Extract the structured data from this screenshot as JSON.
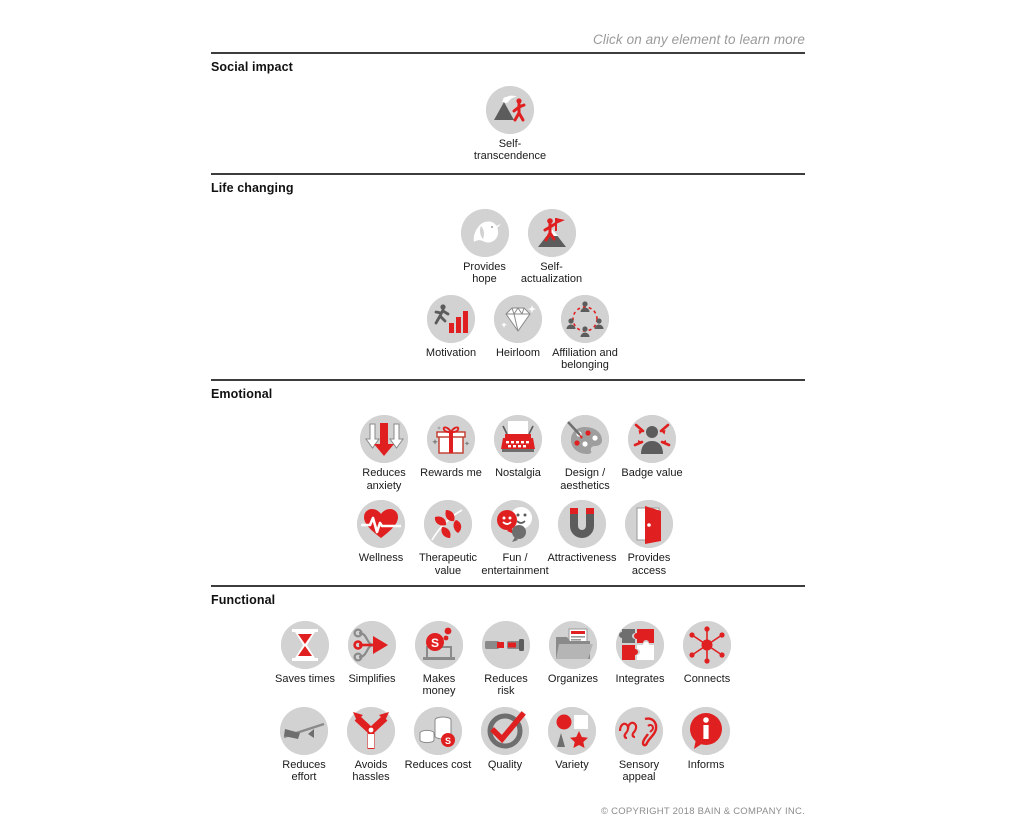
{
  "header": {
    "hint": "Click on any element to learn more"
  },
  "footer": {
    "copyright": "© COPYRIGHT 2018 BAIN & COMPANY INC."
  },
  "colors": {
    "red": "#e02020",
    "dark_red": "#d11f1f",
    "disc_gray": "#d2d2d2",
    "icon_gray": "#6e6e6e",
    "icon_light_gray": "#ffffff",
    "divider": "#3d3d3d",
    "text": "#1a1a1a",
    "hint_text": "#9a9a9a",
    "copyright_text": "#8c8c8c"
  },
  "sections": [
    {
      "id": "social-impact",
      "title": "Social impact",
      "rows": [
        [
          {
            "id": "self-transcendence",
            "label": "Self-\ntranscendence",
            "icon": "self-transcendence-icon"
          }
        ]
      ]
    },
    {
      "id": "life-changing",
      "title": "Life changing",
      "rows": [
        [
          {
            "id": "provides-hope",
            "label": "Provides hope",
            "icon": "dove-icon"
          },
          {
            "id": "self-actualization",
            "label": "Self-\nactualization",
            "icon": "summit-flag-icon"
          }
        ],
        [
          {
            "id": "motivation",
            "label": "Motivation",
            "icon": "runner-chart-icon"
          },
          {
            "id": "heirloom",
            "label": "Heirloom",
            "icon": "diamond-icon"
          },
          {
            "id": "affiliation-and-belonging",
            "label": "Affiliation and\nbelonging",
            "icon": "people-circle-icon"
          }
        ]
      ]
    },
    {
      "id": "emotional",
      "title": "Emotional",
      "rows": [
        [
          {
            "id": "reduces-anxiety",
            "label": "Reduces\nanxiety",
            "icon": "down-arrows-icon"
          },
          {
            "id": "rewards-me",
            "label": "Rewards me",
            "icon": "gift-icon"
          },
          {
            "id": "nostalgia",
            "label": "Nostalgia",
            "icon": "typewriter-icon"
          },
          {
            "id": "design-aesthetics",
            "label": "Design /\naesthetics",
            "icon": "palette-icon"
          },
          {
            "id": "badge-value",
            "label": "Badge value",
            "icon": "badge-person-icon"
          }
        ],
        [
          {
            "id": "wellness",
            "label": "Wellness",
            "icon": "heart-pulse-icon"
          },
          {
            "id": "therapeutic-value",
            "label": "Therapeutic\nvalue",
            "icon": "leaves-icon"
          },
          {
            "id": "fun-entertainment",
            "label": "Fun /\nentertainment",
            "icon": "smiley-chat-icon"
          },
          {
            "id": "attractiveness",
            "label": "Attractiveness",
            "icon": "magnet-icon"
          },
          {
            "id": "provides-access",
            "label": "Provides\naccess",
            "icon": "open-door-icon"
          }
        ]
      ]
    },
    {
      "id": "functional",
      "title": "Functional",
      "rows": [
        [
          {
            "id": "saves-times",
            "label": "Saves times",
            "icon": "hourglass-icon"
          },
          {
            "id": "simplifies",
            "label": "Simplifies",
            "icon": "merge-arrow-icon"
          },
          {
            "id": "makes-money",
            "label": "Makes\nmoney",
            "icon": "laptop-coins-icon"
          },
          {
            "id": "reduces-risk",
            "label": "Reduces\nrisk",
            "icon": "seatbelt-icon"
          },
          {
            "id": "organizes",
            "label": "Organizes",
            "icon": "folder-icon"
          },
          {
            "id": "integrates",
            "label": "Integrates",
            "icon": "puzzle-icon"
          },
          {
            "id": "connects",
            "label": "Connects",
            "icon": "network-icon"
          }
        ],
        [
          {
            "id": "reduces-effort",
            "label": "Reduces\neffort",
            "icon": "lever-icon"
          },
          {
            "id": "avoids-hassles",
            "label": "Avoids\nhassles",
            "icon": "fork-road-icon"
          },
          {
            "id": "reduces-cost",
            "label": "Reduces cost",
            "icon": "coins-icon"
          },
          {
            "id": "quality",
            "label": "Quality",
            "icon": "check-circle-icon"
          },
          {
            "id": "variety",
            "label": "Variety",
            "icon": "shapes-icon"
          },
          {
            "id": "sensory-appeal",
            "label": "Sensory\nappeal",
            "icon": "ear-lips-icon"
          },
          {
            "id": "informs",
            "label": "Informs",
            "icon": "info-icon"
          }
        ]
      ]
    }
  ]
}
